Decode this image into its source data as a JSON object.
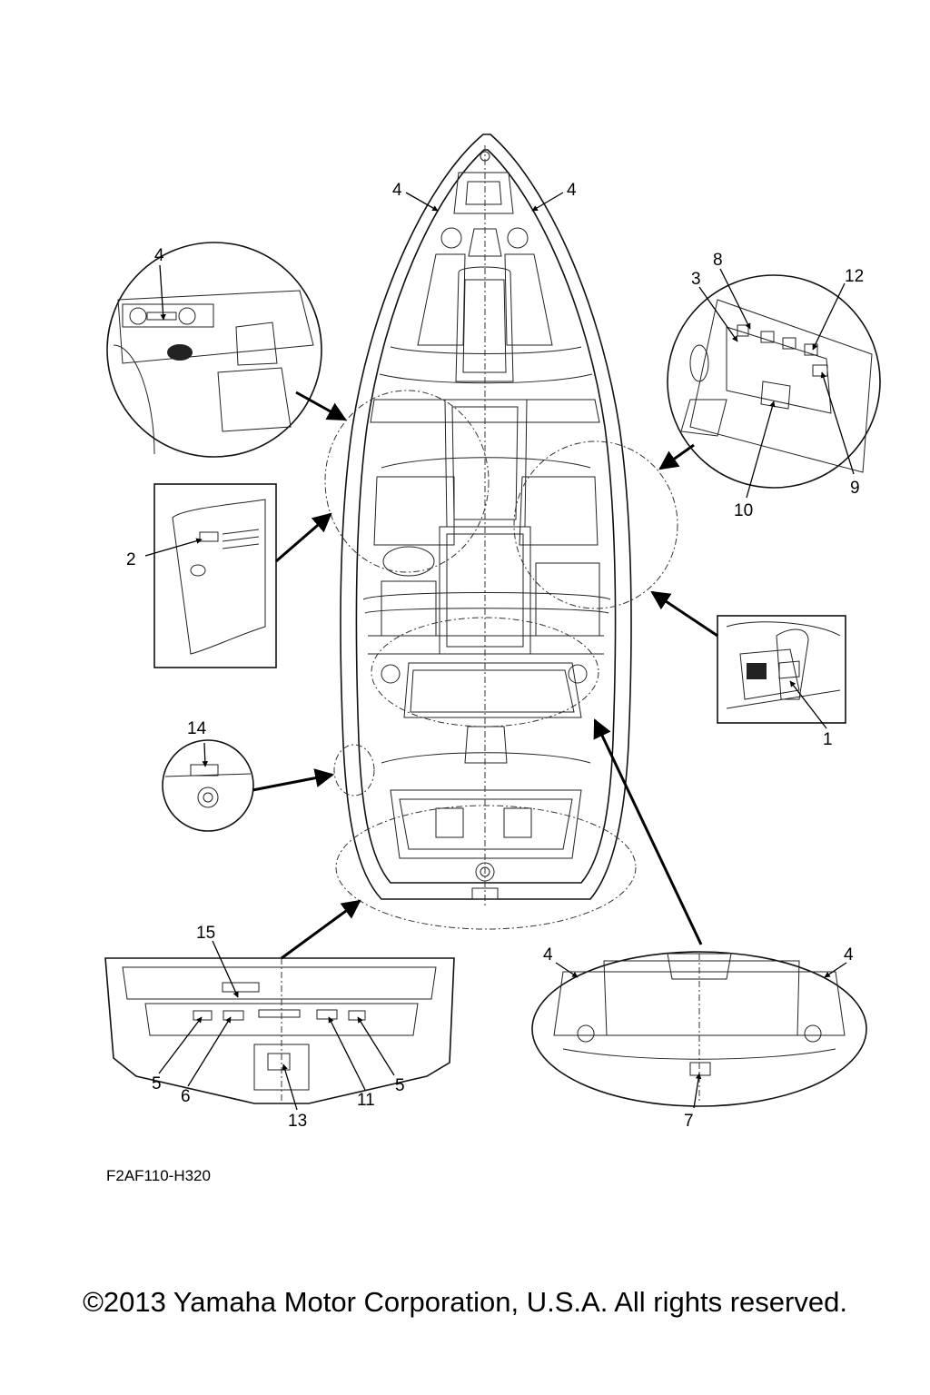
{
  "callouts": {
    "c1": "1",
    "c2": "2",
    "c3": "3",
    "c4_bow_left": "4",
    "c4_bow_right": "4",
    "c4_left_detail": "4",
    "c4_stern_left": "4",
    "c4_stern_right": "4",
    "c5_left": "5",
    "c5_right": "5",
    "c6": "6",
    "c7": "7",
    "c8": "8",
    "c9": "9",
    "c10": "10",
    "c11": "11",
    "c12": "12",
    "c13": "13",
    "c14": "14",
    "c15": "15"
  },
  "diagram_code": "F2AF110-H320",
  "copyright": "©2013 Yamaha Motor Corporation, U.S.A. All rights reserved."
}
